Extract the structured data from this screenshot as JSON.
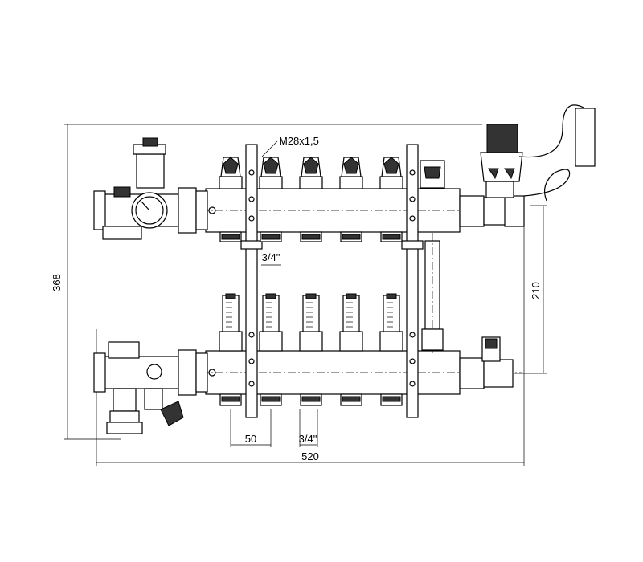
{
  "dimensions": {
    "overall_height": "368",
    "overall_width": "520",
    "vertical_spacing": "210",
    "outlet_pitch": "50",
    "outlet_thread_top": "3/4\"",
    "outlet_thread_bottom": "3/4\"",
    "valve_thread": "M28x1,5"
  }
}
